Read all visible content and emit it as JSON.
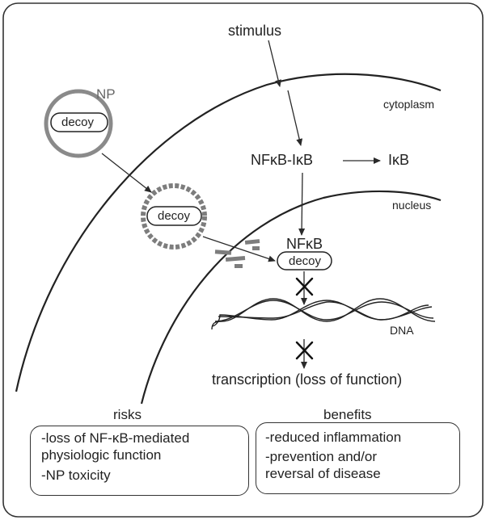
{
  "labels": {
    "stimulus": "stimulus",
    "cytoplasm": "cytoplasm",
    "nucleus": "nucleus",
    "np": "NP",
    "decoy": "decoy",
    "complex": "NFκB-IκB",
    "ikb": "IκB",
    "nfkb": "NFκB",
    "dna": "DNA",
    "transcription": "transcription (loss of function)"
  },
  "risks": {
    "title": "risks",
    "items": [
      "-loss of NF-κB-mediated",
      "physiologic function",
      "-NP toxicity"
    ]
  },
  "benefits": {
    "title": "benefits",
    "items": [
      "-reduced inflammation",
      "-prevention and/or",
      "reversal of disease"
    ]
  },
  "colors": {
    "line": "#2a2a2a",
    "np_ring": "#8a8a8a",
    "fragment": "#7d7d7d",
    "frame": "#333333"
  }
}
